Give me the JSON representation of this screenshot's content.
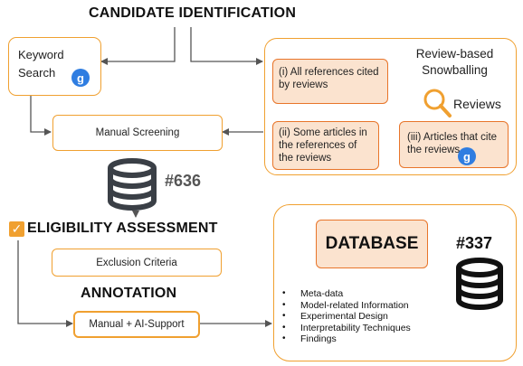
{
  "candidate": {
    "title": "CANDIDATE IDENTIFICATION",
    "keyword_search": "Keyword Search",
    "manual_screening": "Manual Screening",
    "count": "#636"
  },
  "snowballing": {
    "title": "Review-based Snowballing",
    "step_i": "(i) All references cited by reviews",
    "step_ii": "(ii) Some articles in the references of the reviews",
    "step_iii": "(iii) Articles that cite the reviews",
    "reviews_label": "Reviews"
  },
  "eligibility": {
    "checkbox_mark": "✓",
    "title": "ELIGIBILITY ASSESSMENT",
    "exclusion": "Exclusion Criteria"
  },
  "annotation": {
    "title": "ANNOTATION",
    "method": "Manual + AI-Support"
  },
  "database": {
    "title": "DATABASE",
    "count": "#337",
    "fields": [
      "Meta-data",
      "Model-related Information",
      "Experimental Design",
      "Interpretability Techniques",
      "Findings"
    ]
  },
  "icons": {
    "scholar_glyph": "g",
    "scholar_color": "#2f7de1",
    "accent_border": "#f0a030",
    "accent_fill": "#fbe3cf"
  }
}
